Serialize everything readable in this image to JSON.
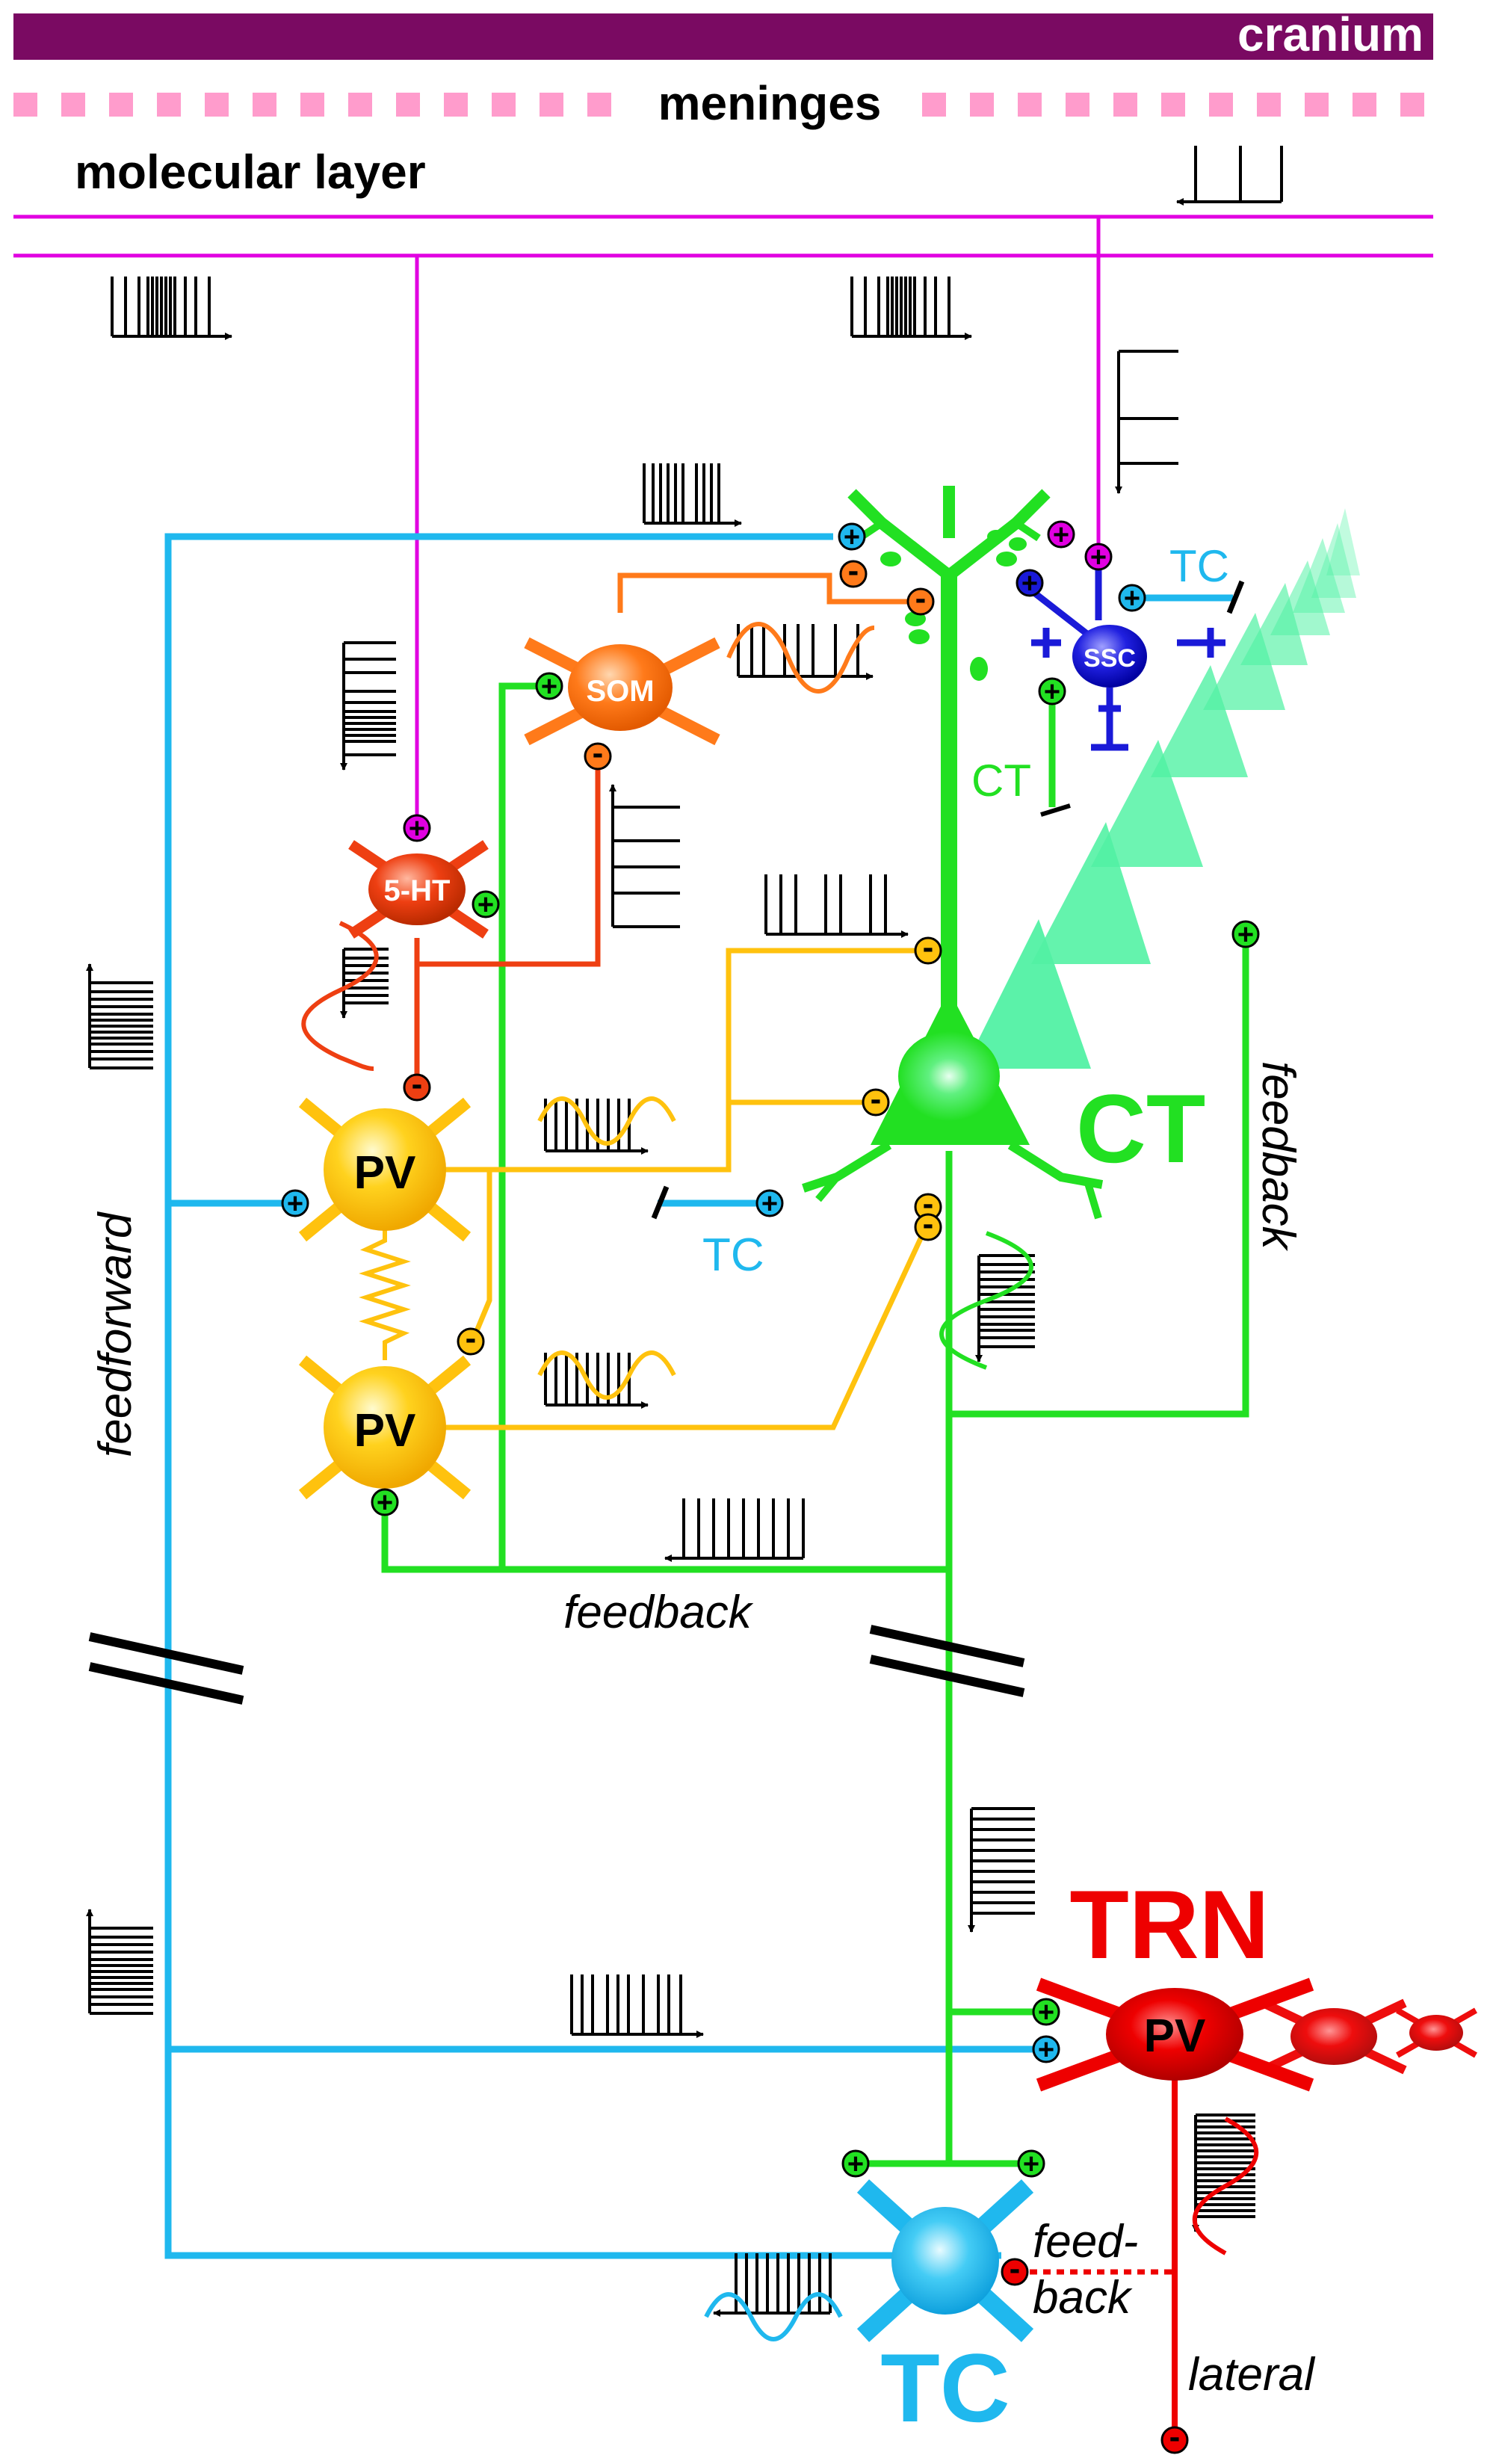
{
  "labels": {
    "cranium": "cranium",
    "meninges": "meninges",
    "molecular_layer": "molecular layer",
    "som": "SOM",
    "ht5": "5-HT",
    "ssc": "SSC",
    "pv_top": "PV",
    "pv_bottom": "PV",
    "pv_trn": "PV",
    "ct_big": "CT",
    "ct_small": "CT",
    "tc_top_right": "TC",
    "tc_mid": "TC",
    "tc_big": "TC",
    "trn": "TRN",
    "feedforward": "feedforward",
    "feedback_right": "feedback",
    "feedback_bottom": "feedback",
    "feedback_tc_1": "feed-",
    "feedback_tc_2": "back",
    "lateral": "lateral",
    "plus": "+",
    "minus": "-"
  },
  "colors": {
    "cranium": "#7a0a62",
    "meninges": "#ff9ccc",
    "molecular": "#e100e1",
    "tc": "#1fb8ee",
    "ct": "#22e022",
    "pv": "#ffc20e",
    "som": "#ff7a1a",
    "ht5": "#ee3f12",
    "ssc": "#1a1ad8",
    "trn": "#ee0000",
    "ct_fade": "#3ff09a"
  }
}
